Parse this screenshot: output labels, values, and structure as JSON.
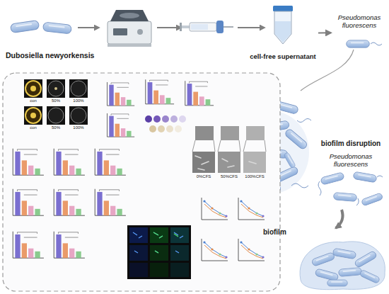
{
  "diagram": {
    "nodes": [
      {
        "text": [
          "Dubosiella newyorkensis"
        ]
      },
      {
        "text": [
          "cell-free supernatant"
        ]
      },
      {
        "text": [
          "Pseudomonas fluorescens"
        ]
      },
      {
        "text": [
          "biofilm disruption"
        ]
      },
      {
        "text": [
          "Pseudomonas fluorescens"
        ]
      },
      {
        "text": [
          "biofilm"
        ]
      }
    ],
    "edges": [
      {
        "from": 1,
        "to": 2,
        "arrow": "to"
      },
      {
        "from": 4,
        "to": 5,
        "arrow": "to"
      }
    ],
    "labels": [
      "con",
      "50%",
      "100%",
      "con",
      "50%",
      "100%",
      "0%CFS",
      "50%CFS",
      "100%CFS"
    ]
  }
}
